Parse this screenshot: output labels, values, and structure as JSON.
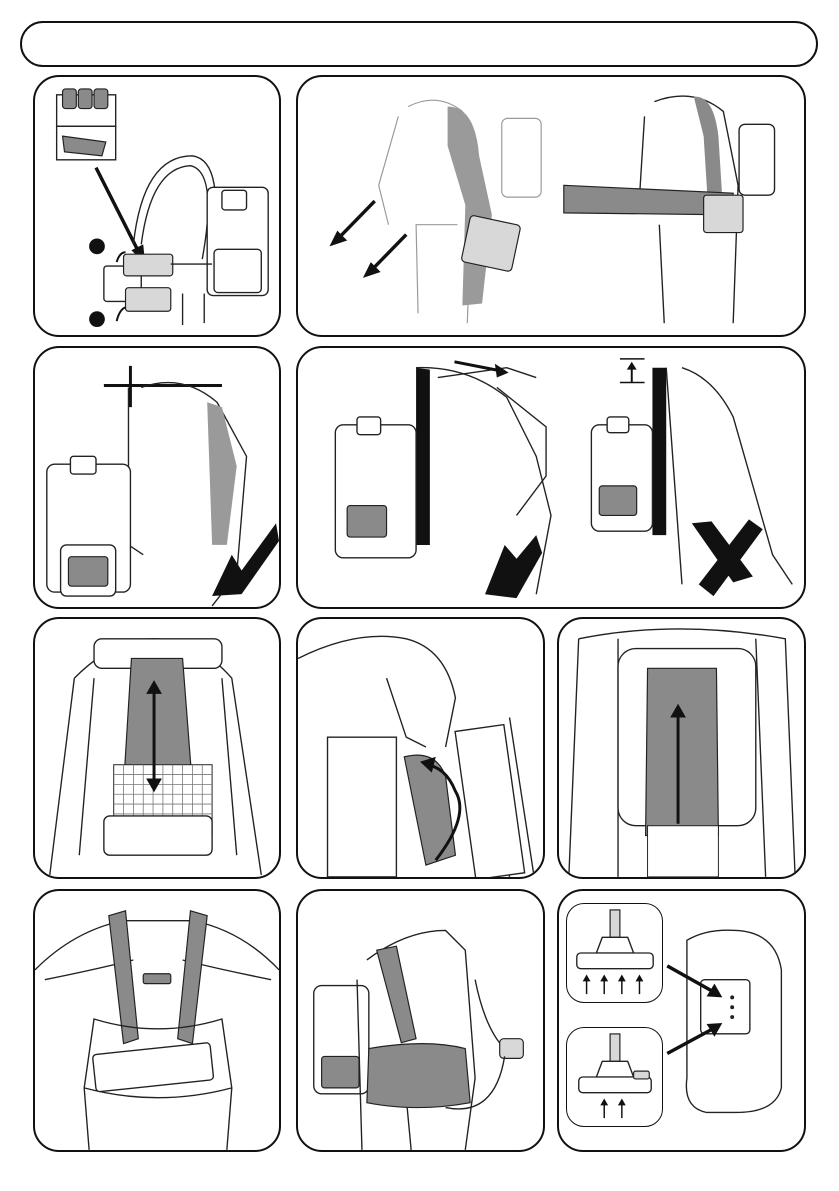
{
  "page": {
    "header_bar_text": "",
    "colors": {
      "line": "#222222",
      "strap_gray": "#8a8a8a",
      "light_gray": "#d8d8d8"
    }
  },
  "panels": [
    {
      "name": "attach-battery-packs",
      "icons": [
        "battery-icon",
        "bullet-icon",
        "arrow-icon"
      ]
    },
    {
      "name": "put-on-backpack",
      "icons": [
        "arrow-icon"
      ]
    },
    {
      "name": "height-correct",
      "icons": [
        "check-icon"
      ]
    },
    {
      "name": "shoulder-strap-correct-vs-wrong",
      "icons": [
        "check-icon",
        "cross-icon",
        "arrow-icon"
      ]
    },
    {
      "name": "adjust-back-length",
      "icons": [
        "double-arrow-icon"
      ]
    },
    {
      "name": "release-velcro-strap",
      "icons": [
        "curved-arrow-icon"
      ]
    },
    {
      "name": "fix-velcro-strap",
      "icons": [
        "arrow-up-icon"
      ]
    },
    {
      "name": "close-chest-buckle",
      "icons": []
    },
    {
      "name": "tighten-hip-belt",
      "icons": []
    },
    {
      "name": "power-level-selection",
      "icons": [
        "floor-nozzle-icon",
        "arrow-icon"
      ],
      "levels_shown": [
        4,
        2
      ]
    }
  ]
}
